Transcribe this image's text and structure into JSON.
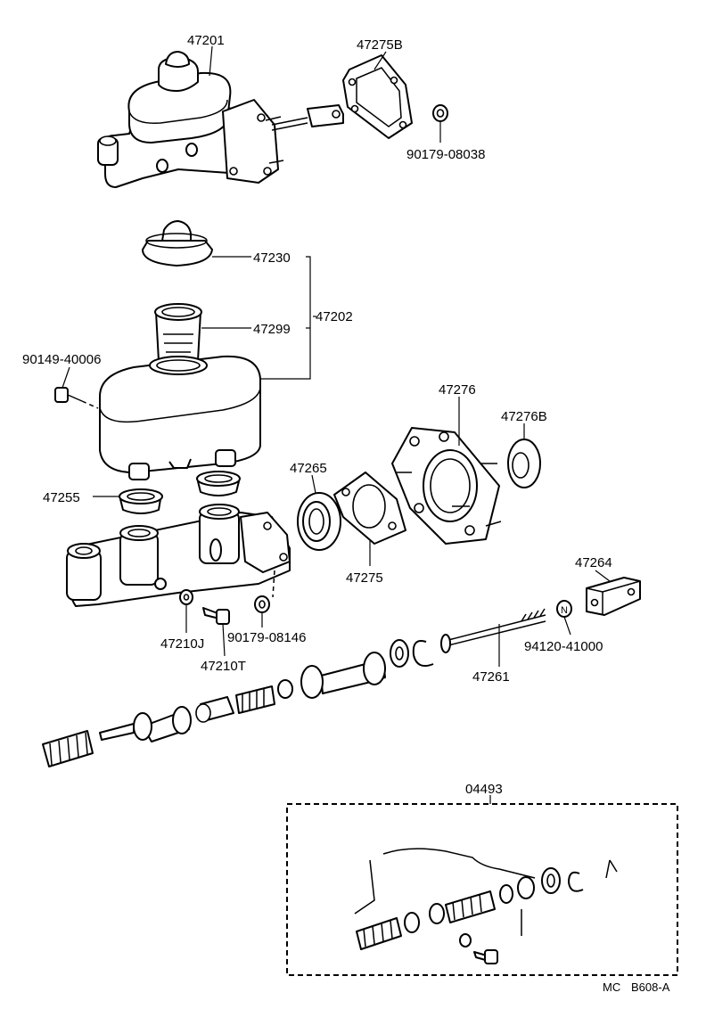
{
  "labels": {
    "p47201": "47201",
    "p47275B": "47275B",
    "p90179_08038": "90179-08038",
    "p47230": "47230",
    "p47299": "47299",
    "p47202": "47202",
    "p90149_40006": "90149-40006",
    "p47276": "47276",
    "p47276B": "47276B",
    "p47265": "47265",
    "p47255": "47255",
    "p47275": "47275",
    "p47264": "47264",
    "p47210J": "47210J",
    "p90179_08146": "90179-08146",
    "p94120_41000": "94120-41000",
    "p47210T": "47210T",
    "p47261": "47261",
    "p04493": "04493"
  },
  "footer": {
    "code_left": "MC",
    "code_right": "B608-A"
  }
}
